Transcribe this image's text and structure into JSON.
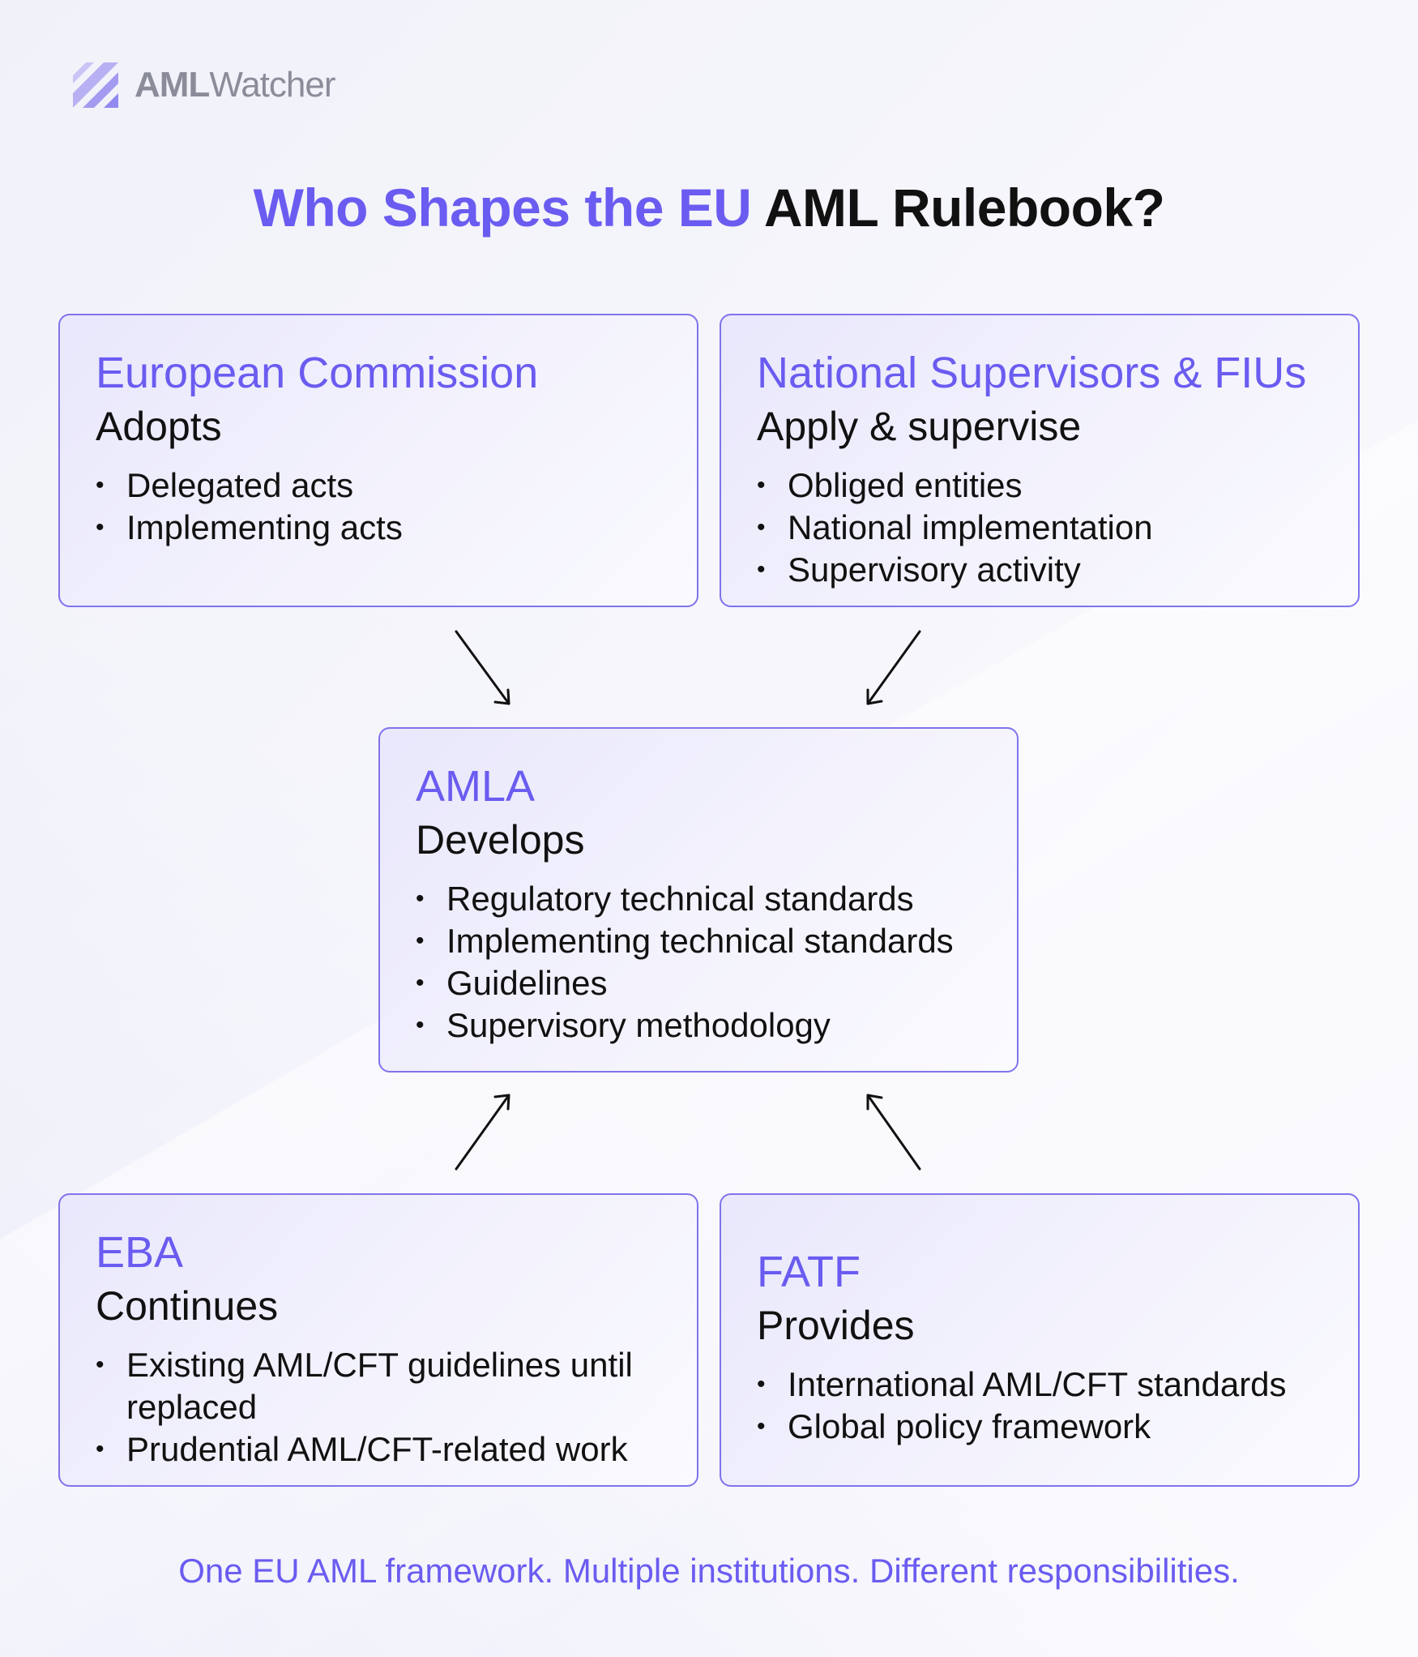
{
  "brand": {
    "name_bold": "AML",
    "name_light": "Watcher",
    "icon": "stripes-logo-icon",
    "accent_color": "#6a5cf0",
    "border_color": "#7f74ec"
  },
  "title": {
    "accent": "Who Shapes the EU",
    "dark": "AML Rulebook?"
  },
  "cards": {
    "ec": {
      "name": "European Commission",
      "role": "Adopts",
      "items": [
        "Delegated acts",
        "Implementing acts"
      ]
    },
    "ns": {
      "name": "National Supervisors & FIUs",
      "role": "Apply & supervise",
      "items": [
        "Obliged entities",
        "National implementation",
        "Supervisory activity"
      ]
    },
    "amla": {
      "name": "AMLA",
      "role": "Develops",
      "items": [
        "Regulatory technical standards",
        "Implementing technical standards",
        "Guidelines",
        "Supervisory methodology"
      ]
    },
    "eba": {
      "name": "EBA",
      "role": "Continues",
      "items": [
        "Existing AML/CFT guidelines until replaced",
        "Prudential AML/CFT-related work"
      ]
    },
    "fatf": {
      "name": "FATF",
      "role": "Provides",
      "items": [
        "International AML/CFT standards",
        "Global policy framework"
      ]
    }
  },
  "footer": "One EU AML framework. Multiple institutions. Different responsibilities."
}
